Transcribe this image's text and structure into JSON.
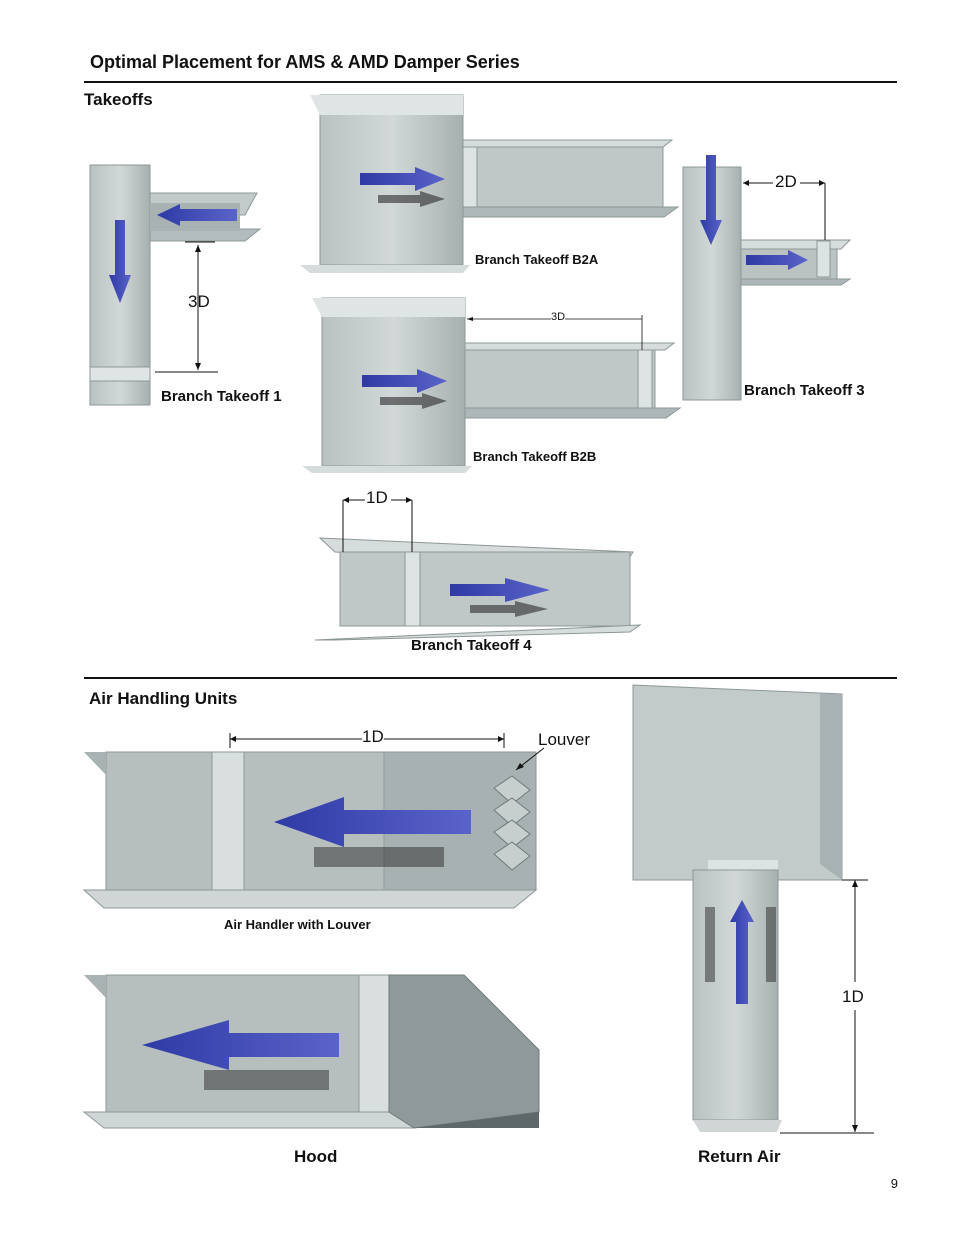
{
  "page": {
    "title": "Optimal Placement for AMS & AMD Damper Series",
    "page_number": "9"
  },
  "takeoffs": {
    "heading": "Takeoffs",
    "b1": {
      "caption": "Branch Takeoff 1",
      "dim": "3D"
    },
    "b2a": {
      "caption": "Branch Takeoff B2A"
    },
    "b2b": {
      "caption": "Branch Takeoff B2B",
      "dim": "3D"
    },
    "b3": {
      "caption": "Branch Takeoff 3",
      "dim": "2D"
    },
    "b4": {
      "caption": "Branch Takeoff 4",
      "dim": "1D"
    }
  },
  "ahu": {
    "heading": "Air Handling Units",
    "louver": {
      "caption": "Air Handler with Louver",
      "dim": "1D",
      "callout": "Louver"
    },
    "hood": {
      "caption": "Hood"
    },
    "return_air": {
      "caption": "Return Air",
      "dim": "1D"
    }
  },
  "colors": {
    "duct_light": "#c9d0d0",
    "duct_mid": "#aab3b3",
    "duct_dark": "#8d9797",
    "arrow_blue": "#3a44b0",
    "arrow_shadow": "#2a2a2a"
  }
}
